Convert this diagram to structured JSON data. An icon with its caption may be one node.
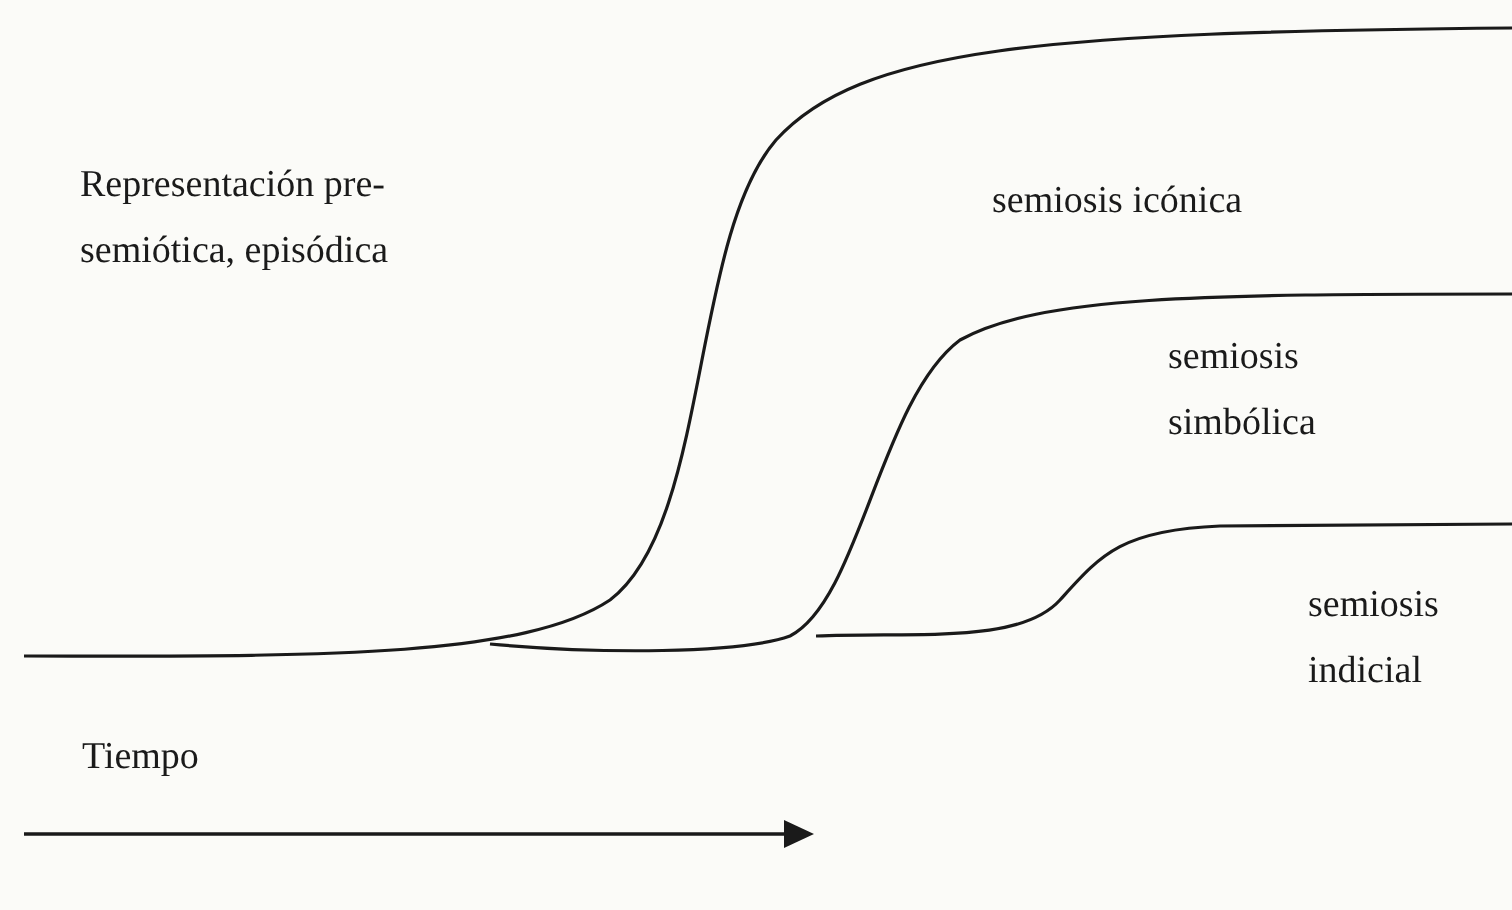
{
  "diagram": {
    "labels": [
      "Representación pre-semiótica, episódica",
      "semiosis icónica",
      "semiosis simbólica",
      "semiosis indicial",
      "Tiempo"
    ]
  }
}
